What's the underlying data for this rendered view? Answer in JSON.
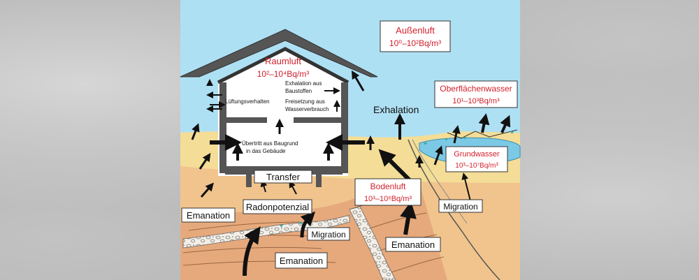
{
  "aussenluft": {
    "name": "Außenluft",
    "value": "10⁰–10²Bq/m³"
  },
  "raumluft": {
    "name": "Raumluft",
    "value": "10²–10⁴Bq/m³"
  },
  "oberflaechenwasser": {
    "name": "Oberflächenwasser",
    "value": "10¹–10³Bq/m³"
  },
  "grundwasser": {
    "name": "Grundwasser",
    "value": "10³–10⁷Bq/m³"
  },
  "bodenluft": {
    "name": "Bodenluft",
    "value": "10³–10⁶Bq/m³"
  },
  "house_texts": {
    "exhalation_baustoffe": [
      "Exhalation aus",
      "Baustoffen"
    ],
    "freisetzung": [
      "Freisetzung aus",
      "Wasserverbrauch"
    ],
    "lueftung": "Lüftungsverhalten",
    "uebertritt": [
      "Übertritt aus Baugrund",
      "in das Gebäude"
    ]
  },
  "labels": {
    "exhalation": "Exhalation",
    "transfer": "Transfer",
    "radonpotenzial": "Radonpotenzial",
    "emanation_left": "Emanation",
    "emanation_center": "Emanation",
    "emanation_bottom": "Emanation",
    "migration_right": "Migration",
    "migration_left": "Migration"
  },
  "colors": {
    "sky": "#aee0f4",
    "sand": "#f4dd96",
    "soil": "#f1c48d",
    "rock": "#e6a97c",
    "water": "#7cc9e6",
    "accent_red": "#d31f2b"
  }
}
